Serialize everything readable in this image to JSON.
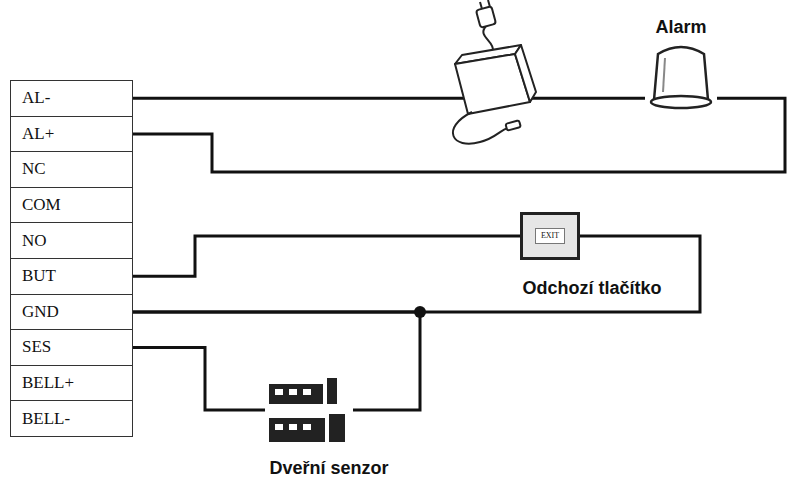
{
  "diagram": {
    "nodes": [
      {
        "text": [
          "AL-"
        ]
      },
      {
        "text": [
          "AL+"
        ]
      },
      {
        "text": [
          "NC"
        ]
      },
      {
        "text": [
          "COM"
        ]
      },
      {
        "text": [
          "NO"
        ]
      },
      {
        "text": [
          "BUT"
        ]
      },
      {
        "text": [
          "GND"
        ]
      },
      {
        "text": [
          "SES"
        ]
      },
      {
        "text": [
          "BELL+"
        ]
      },
      {
        "text": [
          "BELL-"
        ]
      },
      {
        "text": [
          "Alarm"
        ]
      },
      {
        "text": [
          "EXIT",
          "Odchozí tlačítko"
        ]
      },
      {
        "text": [
          "Dveřní senzor"
        ]
      }
    ],
    "edges": [
      {
        "from": 0,
        "to": 10,
        "arrow": "none"
      },
      {
        "from": 10,
        "to": 1,
        "arrow": "none"
      },
      {
        "from": 5,
        "to": 11,
        "arrow": "none"
      },
      {
        "from": 11,
        "to": 6,
        "arrow": "none"
      },
      {
        "from": 7,
        "to": 12,
        "arrow": "none"
      },
      {
        "from": 12,
        "to": 6,
        "arrow": "none"
      }
    ]
  }
}
